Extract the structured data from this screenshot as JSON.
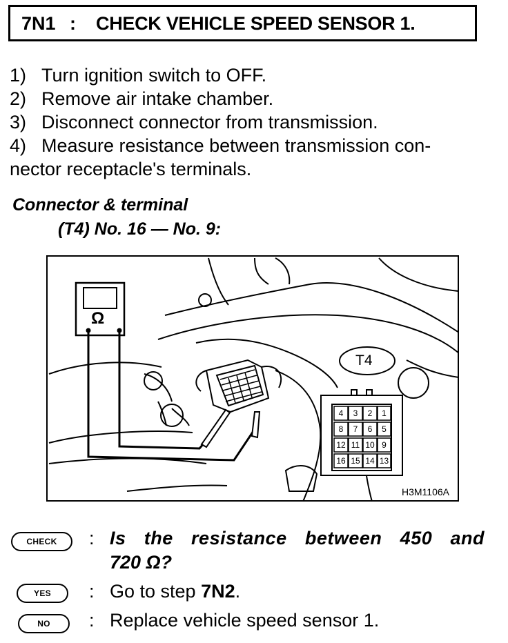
{
  "header": {
    "code": "7N1",
    "separator": ":",
    "title": "CHECK VEHICLE SPEED SENSOR 1."
  },
  "steps": [
    {
      "num": "1)",
      "text": "Turn ignition switch to OFF."
    },
    {
      "num": "2)",
      "text": "Remove air intake chamber."
    },
    {
      "num": "3)",
      "text": "Disconnect connector from transmission."
    },
    {
      "num": "4)",
      "text": "Measure resistance between transmission con-"
    },
    {
      "num": "",
      "text": "nector receptacle's terminals."
    }
  ],
  "connector": {
    "heading": "Connector & terminal",
    "spec": "(T4) No. 16 — No. 9:"
  },
  "figure": {
    "meter_symbol": "Ω",
    "connector_label": "T4",
    "terminals_row1": [
      "4",
      "3",
      "2",
      "1"
    ],
    "terminals_row2": [
      "8",
      "7",
      "6",
      "5"
    ],
    "terminals_row3": [
      "12",
      "11",
      "10",
      "9"
    ],
    "terminals_row4": [
      "16",
      "15",
      "14",
      "13"
    ],
    "figure_id": "H3M1106A"
  },
  "qa": {
    "check_label": "CHECK",
    "yes_label": "YES",
    "no_label": "NO",
    "colon": ":",
    "question_line1": "Is the resistance between 450 and",
    "question_line2": "720 Ω?",
    "yes_text_prefix": "Go to step ",
    "yes_step": "7N2",
    "yes_text_suffix": ".",
    "no_text": "Replace vehicle speed sensor 1."
  }
}
